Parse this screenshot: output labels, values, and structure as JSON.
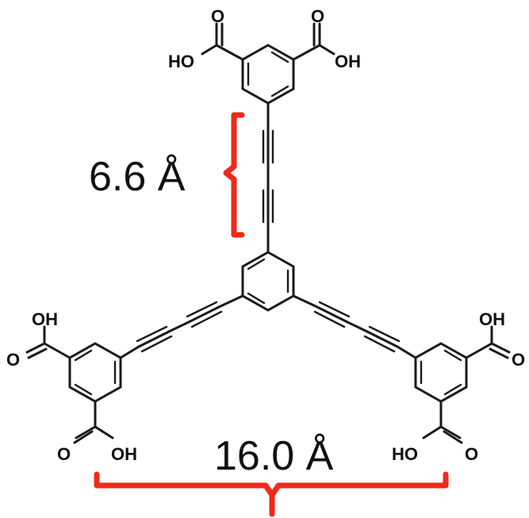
{
  "labels": {
    "hydroxyl": "HO",
    "hydroxyl_right": "OH",
    "oxygen": "O",
    "dim_short": "6.6 Å",
    "dim_long": "16.0 Å"
  },
  "colors": {
    "bond": "#1a1a1a",
    "brace": "#ef2a1a",
    "text": "#111111"
  }
}
